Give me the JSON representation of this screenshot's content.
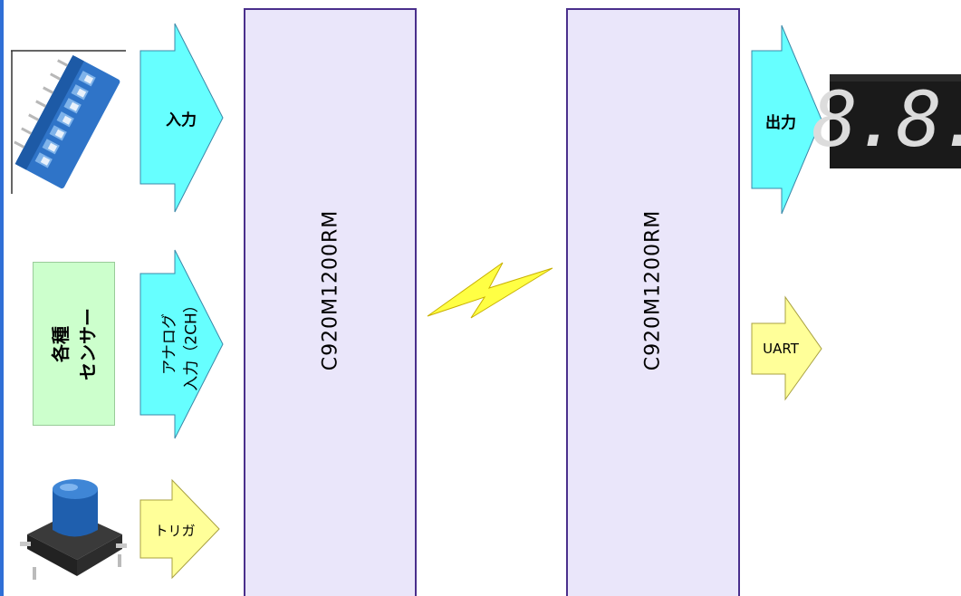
{
  "colors": {
    "cyan_arrow": "#66ffff",
    "yellow_arrow": "#ffff99",
    "module_fill": "#eae6fa",
    "module_border": "#4a2f8c",
    "sensor_fill": "#ccffcc",
    "left_border": "#2f6fd6",
    "lightning": "#ffff44"
  },
  "icons": {
    "dip_switch": "dip-switch-photo",
    "seven_segment": "seven-segment-display-photo",
    "push_button": "tactile-push-button-photo",
    "wireless": "lightning-bolt-icon"
  },
  "diagram": {
    "input_arrow_label": "入力",
    "analog_arrow_label_line1": "アナログ",
    "analog_arrow_label_line2": "入力（2CH）",
    "trigger_arrow_label": "トリガ",
    "sensor_box_line1": "各種",
    "sensor_box_line2": "センサー",
    "module_left_label": "C920M1200RM",
    "module_right_label": "C920M1200RM",
    "output_arrow_label": "出力",
    "uart_arrow_label": "UART",
    "seven_segment_display": "8.8."
  }
}
